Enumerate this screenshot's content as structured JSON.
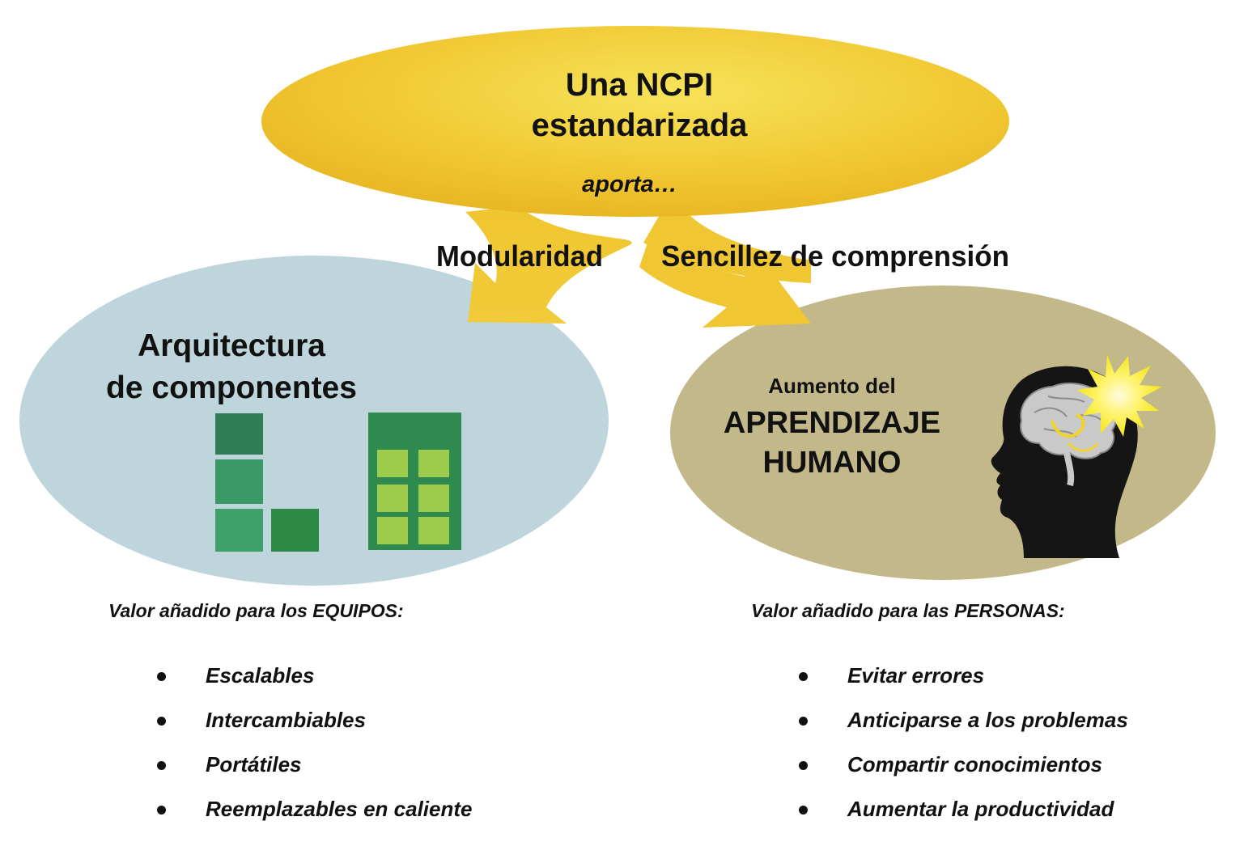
{
  "top_bubble": {
    "title_line1": "Una NCPI",
    "title_line2": "estandarizada",
    "subtitle": "aporta…",
    "color": "#f2cc2c"
  },
  "arrows": {
    "left_label": "Modularidad",
    "right_label": "Sencillez de comprensión"
  },
  "left_bubble": {
    "title_line1": "Arquitectura",
    "title_line2": "de componentes",
    "color": "#bfd5dc",
    "icon": "component-blocks-icon"
  },
  "right_bubble": {
    "title_line1": "Aumento del",
    "title_line2": "APRENDIZAJE",
    "title_line3": "HUMANO",
    "color": "#c2b889",
    "icon": "head-brain-lightbulb-icon"
  },
  "left_list": {
    "heading": "Valor añadido para los EQUIPOS:",
    "items": [
      "Escalables",
      "Intercambiables",
      "Portátiles",
      "Reemplazables en caliente"
    ]
  },
  "right_list": {
    "heading": "Valor añadido para las PERSONAS:",
    "items": [
      "Evitar errores",
      "Anticiparse a los problemas",
      "Compartir conocimientos",
      "Aumentar la productividad"
    ]
  }
}
